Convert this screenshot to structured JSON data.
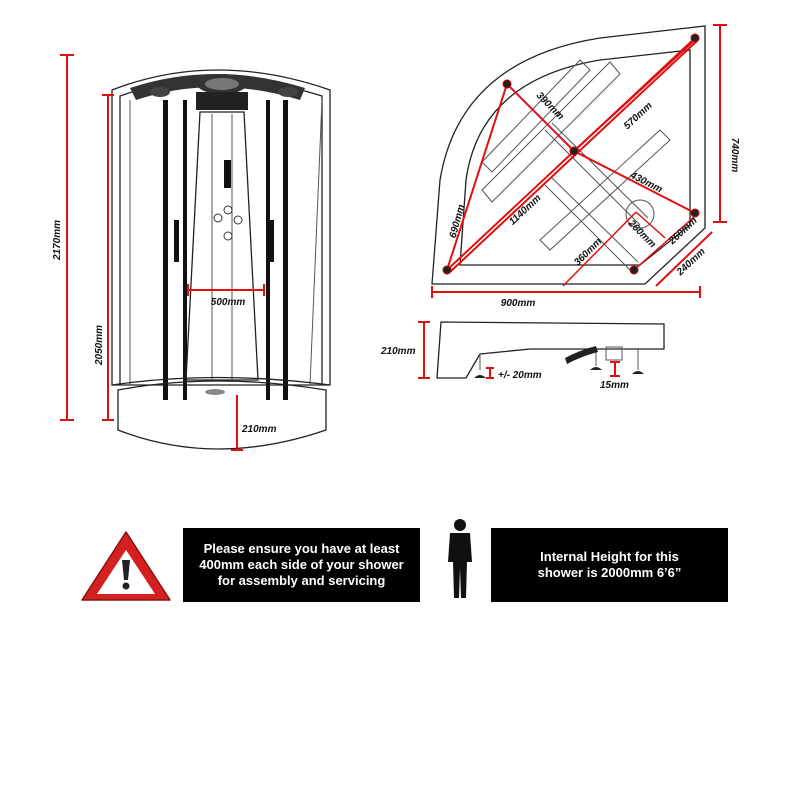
{
  "front_view": {
    "overall_height": "2170mm",
    "enclosure_height": "2050mm",
    "door_width": "500mm",
    "tray_height": "210mm"
  },
  "plan_view": {
    "diagonal": "1140mm",
    "side_left": "690mm",
    "half_a": "390mm",
    "half_b": "570mm",
    "centre_to_corner": "430mm",
    "waste_a": "260mm",
    "waste_b": "260mm",
    "waste_c": "360mm",
    "depth": "740mm",
    "width": "900mm",
    "flat_edge": "240mm"
  },
  "side_view": {
    "tray_height": "210mm",
    "leg_adjust": "+/- 20mm",
    "clearance": "15mm"
  },
  "notices": {
    "assembly": "Please ensure you have at least 400mm each side of your shower for assembly and servicing",
    "internal_height": "Internal Height for this shower is 2000mm 6’6”"
  },
  "colors": {
    "dimension": "#e01010",
    "warning": "#d42020"
  }
}
